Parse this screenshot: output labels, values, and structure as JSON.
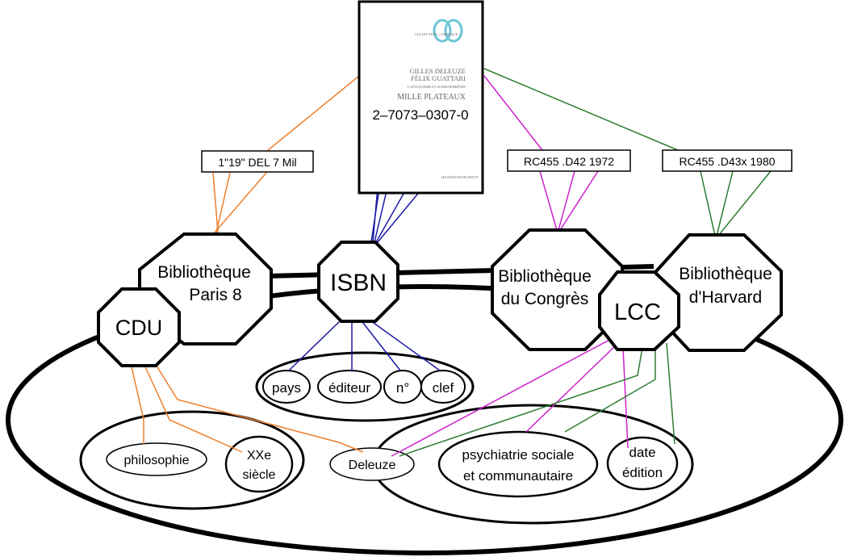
{
  "book": {
    "collection": "COLLECTION « CRITIQUE »",
    "author1": "GILLES DELEUZE",
    "author2": "FÉLIX GUATTARI",
    "subtitle": "CAPITALISME ET SCHIZOPHRÉNIE",
    "title": "MILLE PLATEAUX",
    "isbn": "2–7073–0307-0",
    "publisher": "LES ÉDITIONS DE MINUIT"
  },
  "callnumbers": {
    "paris8": "1\"19\" DEL 7 Mil",
    "congres": "RC455 .D42 1972",
    "harvard": "RC455 .D43x 1980"
  },
  "nodes": {
    "paris8_line1": "Bibliothèque",
    "paris8_line2": "Paris 8",
    "cdu": "CDU",
    "isbn": "ISBN",
    "congres_line1": "Bibliothèque",
    "congres_line2": "du Congrès",
    "lcc": "LCC",
    "harvard_line1": "Bibliothèque",
    "harvard_line2": "d'Harvard"
  },
  "isbn_parts": [
    "pays",
    "éditeur",
    "n°",
    "clef"
  ],
  "subjects": {
    "philosophie": "philosophie",
    "xxe_line1": "XXe",
    "xxe_line2": "siècle",
    "deleuze": "Deleuze",
    "psy_line1": "psychiatrie sociale",
    "psy_line2": "et communautaire",
    "date_line1": "date",
    "date_line2": "édition"
  },
  "colors": {
    "paris8": "#ee7f2d",
    "isbn": "#1a1aa6",
    "congres": "#cc22cc",
    "harvard": "#2e7d32"
  }
}
